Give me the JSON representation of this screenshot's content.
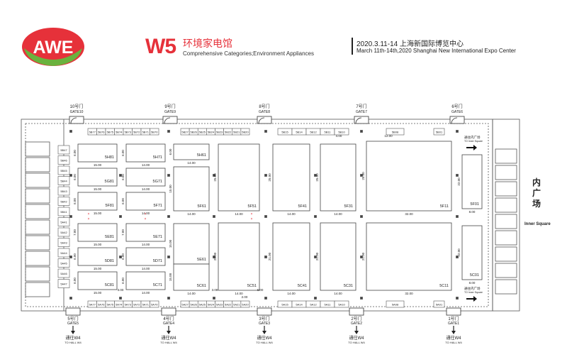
{
  "header": {
    "logo_text": "AWE",
    "hall_code": "W5",
    "hall_name_cn": "环境家电馆",
    "hall_name_en": "Comprehensive Categories;Environment Appliances",
    "date_line1": "2020.3.11-14 上海新国际博览中心",
    "date_line2": "March 11th-14th,2020 Shanghai New International Expo Center"
  },
  "colors": {
    "brand_red": "#e6313a",
    "brand_green": "#6ab23e",
    "line": "#555555",
    "dimension": "#333333",
    "marker": "#e6313a"
  },
  "top_gates": [
    {
      "cn": "10号门",
      "en": "GATE10"
    },
    {
      "cn": "9号门",
      "en": "GATE9"
    },
    {
      "cn": "8号门",
      "en": "GATE8"
    },
    {
      "cn": "7号门",
      "en": "GATE7"
    },
    {
      "cn": "6号门",
      "en": "GATE6"
    }
  ],
  "bottom_gates": [
    {
      "cn": "5号门",
      "en": "GATE5"
    },
    {
      "cn": "4号门",
      "en": "GATE4"
    },
    {
      "cn": "3号门",
      "en": "GATE3"
    },
    {
      "cn": "2号门",
      "en": "GATE2"
    },
    {
      "cn": "1号门",
      "en": "GATE1"
    }
  ],
  "to_hall": {
    "cn": "通往W4",
    "en": "TO HALL W4"
  },
  "inner_square": {
    "cn": "内广场",
    "en": "Inner Square",
    "arrow_cn": "通往内广场",
    "arrow_en": "TO Inner Square"
  },
  "top_row_small": [
    "5B77",
    "5B76",
    "5B75",
    "5B74",
    "5B73",
    "5B72",
    "5B71",
    "5B70",
    "5B27",
    "5B26",
    "5B25",
    "5B24",
    "5B23",
    "5B22",
    "5B21",
    "5B20",
    "5B15",
    "5B14",
    "5B12",
    "5B11",
    "5B10",
    "5B08",
    "5B01"
  ],
  "bottom_row_small": [
    "5A77",
    "5A76",
    "5A75",
    "5A74",
    "5A73",
    "5A72",
    "5A71",
    "5A70",
    "5A27",
    "5A26",
    "5A25",
    "5A24",
    "5A23",
    "5A22",
    "5A21",
    "5A20",
    "5A15",
    "5A14",
    "5A12",
    "5A11",
    "5A10",
    "5A08",
    "5A01"
  ],
  "left_column": [
    "5B47",
    "5B46",
    "5B45",
    "5B44",
    "5B43",
    "5B42",
    "5B41",
    "5A41",
    "5A42",
    "5A43",
    "5A44",
    "5A45",
    "5A46",
    "5A47"
  ],
  "booths": [
    {
      "id": "5H81",
      "w": "15.00",
      "h": "6.00"
    },
    {
      "id": "5H71",
      "w": "14.00",
      "h": "6.00"
    },
    {
      "id": "5H61",
      "w": "14.00",
      "h": "6.00"
    },
    {
      "id": "5G81",
      "w": "15.00",
      "h": "6.00"
    },
    {
      "id": "5G71",
      "w": "14.00",
      "h": "6.00"
    },
    {
      "id": "5F81",
      "w": "15.00",
      "h": "6.00"
    },
    {
      "id": "5F71",
      "w": "14.00",
      "h": "6.00"
    },
    {
      "id": "5F61",
      "w": "14.00",
      "h": "15.00"
    },
    {
      "id": "5F51",
      "w": "14.00",
      "h": "25.00"
    },
    {
      "id": "5F41",
      "w": "14.00",
      "h": "25.00"
    },
    {
      "id": "5F31",
      "w": "14.00",
      "h": "25.00"
    },
    {
      "id": "5F11",
      "w": "32.00",
      "h": "25.00"
    },
    {
      "id": "5F01",
      "w": "8.00",
      "h": "22.00"
    },
    {
      "id": "5E81",
      "w": "15.00",
      "h": "7.00"
    },
    {
      "id": "5E71",
      "w": "14.00",
      "h": "7.00"
    },
    {
      "id": "5E61",
      "w": "14.00",
      "h": "15.00"
    },
    {
      "id": "5D81",
      "w": "15.00",
      "h": "6.00"
    },
    {
      "id": "5D71",
      "w": "14.00",
      "h": "6.00"
    },
    {
      "id": "5C81",
      "w": "15.00",
      "h": "6.00"
    },
    {
      "id": "5C71",
      "w": "14.00",
      "h": "6.00"
    },
    {
      "id": "5C61",
      "w": "14.00",
      "h": "15.00"
    },
    {
      "id": "5C51",
      "w": "14.00",
      "h": "25.00"
    },
    {
      "id": "5C41",
      "w": "14.00",
      "h": "21.00"
    },
    {
      "id": "5C31",
      "w": "14.00",
      "h": "21.00"
    },
    {
      "id": "5C11",
      "w": "32.00",
      "h": "21.00"
    },
    {
      "id": "5C01",
      "w": "8.00",
      "h": "22.00"
    }
  ],
  "misc_dims": [
    "12.00",
    "4.00",
    "3.00",
    "2.00",
    "3.08",
    "6.00"
  ]
}
